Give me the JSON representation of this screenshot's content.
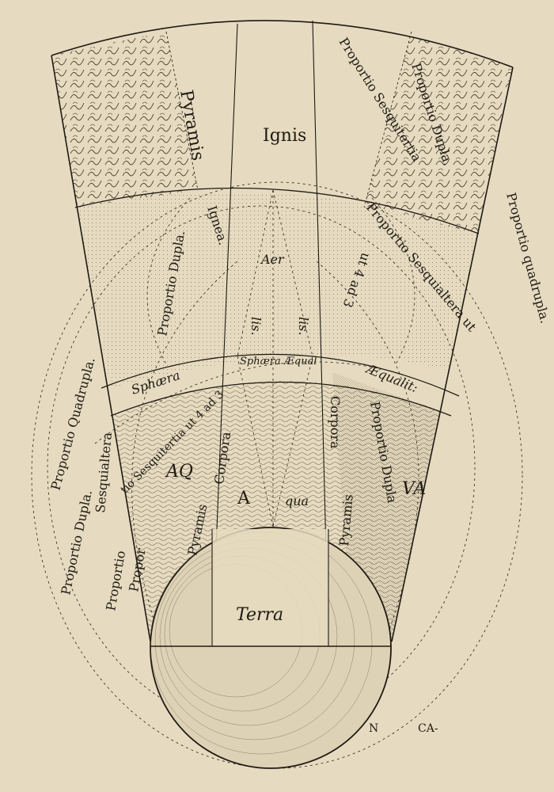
{
  "colors": {
    "paper": "#e6dbc0",
    "ink": "#1e1a14",
    "fire": "#c9b894",
    "water": "#d8cbb0"
  },
  "labels": {
    "pyramis_top": "Pyramis",
    "ignis": "Ignis",
    "prop_sesquitertia_top": "Proportio Sesquitertia",
    "prop_dupla_top": "Proportio Dupla.",
    "prop_quadrupla_right": "Proportio quadrupla.",
    "ignea": "Ignea.",
    "aer": "Aer",
    "prop_dupla_left_mid": "Proportio Dupla.",
    "prop_sesquialtera_right": "Proportio Sesquialtera ut",
    "ut_4_ad_3": "ut 4 ad 3",
    "lis_left": "lis.",
    "lis_right": "lis.",
    "sphaera_aequal": "Sphæra Æqual",
    "sphaera": "Sphæra",
    "aequalit": "Æqualit:",
    "prop_quadrupla_left": "Proportio Quadrupla.",
    "prop_sesquitertia_left": "tio Sesquitertia ut 4 ad 3",
    "prop_sesquialtera_left": "Sesquialtera",
    "propor": "Propor",
    "corpora_left": "Corpora",
    "corpora_right": "Corpora",
    "aq": "AQ",
    "va": "VA",
    "pyramis_left": "Pyramis",
    "pyramis_right": "Pyramis",
    "a": "A",
    "qua": "qua",
    "prop_dupla_lower_right": "Proportio Dupla",
    "prop_dupla_left_outer": "Proportio Dupla.",
    "proportio_lower_left": "Proportio",
    "terra": "Terra",
    "signature_n": "N",
    "catchword": "CA-"
  }
}
